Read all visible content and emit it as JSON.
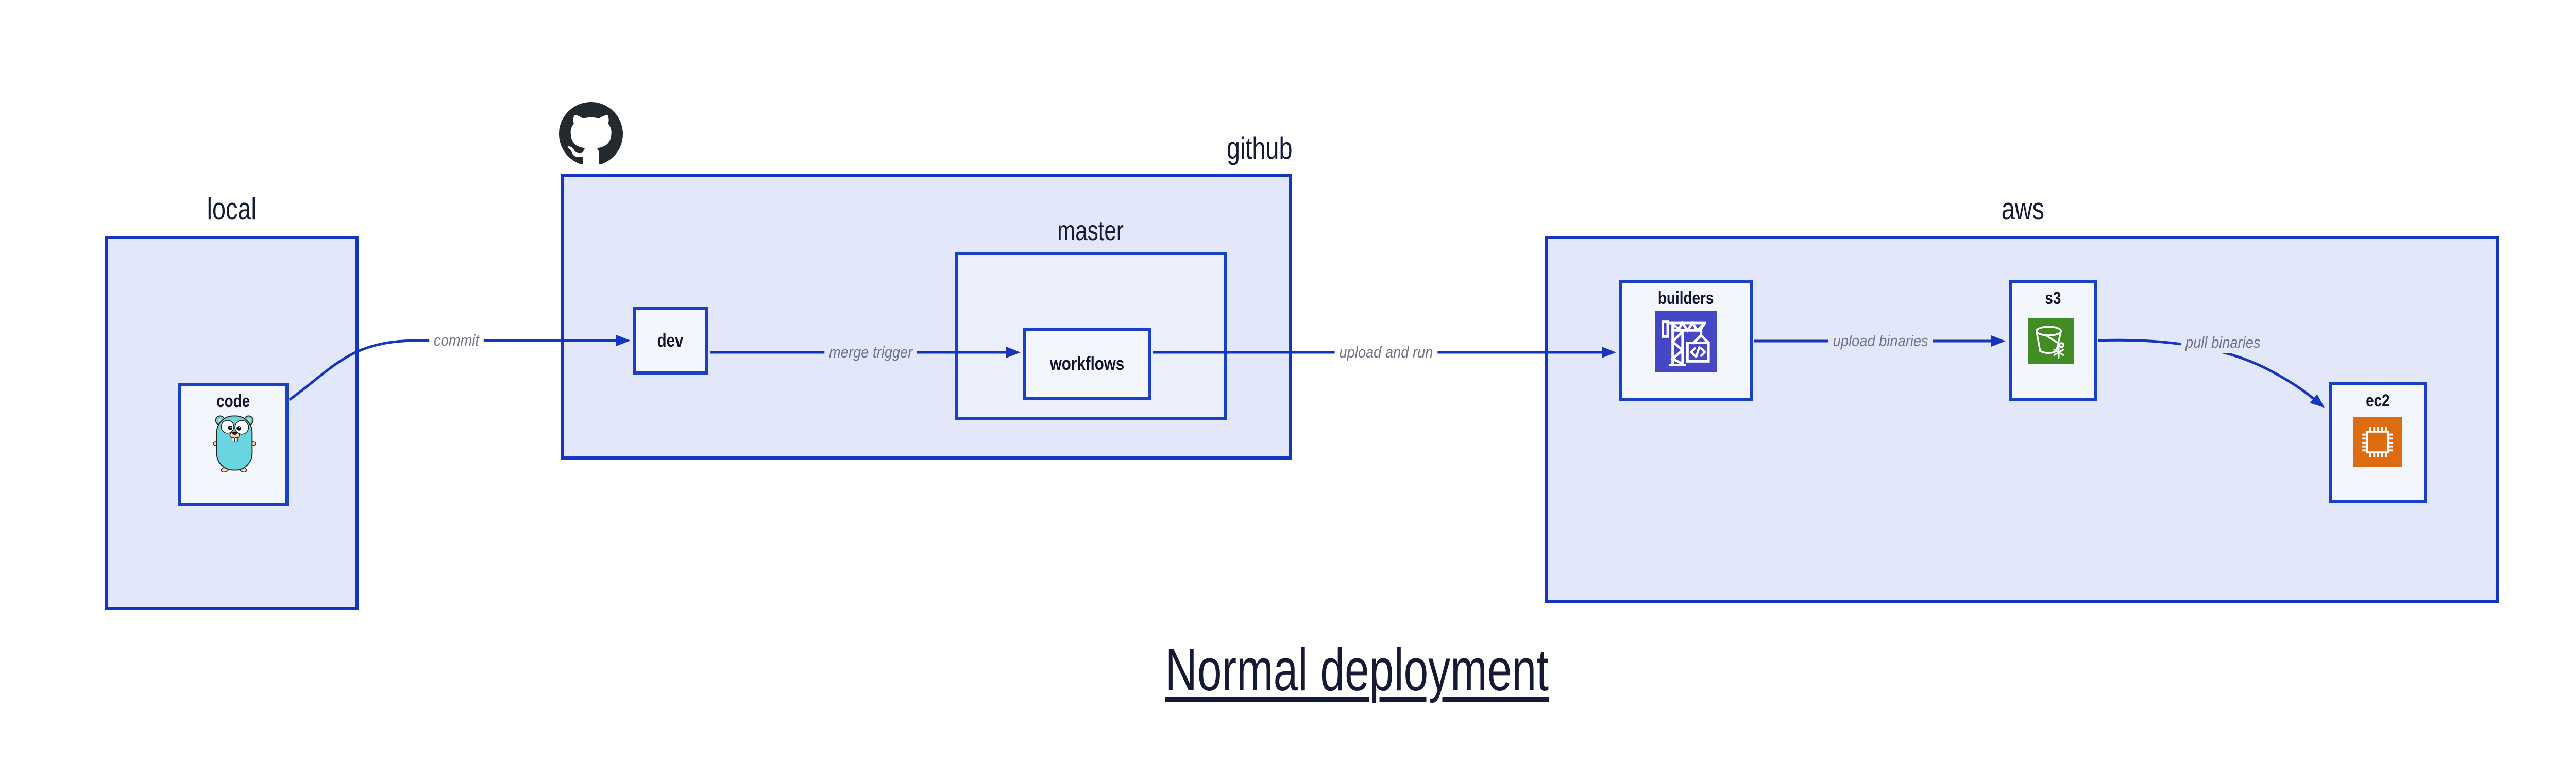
{
  "diagram": {
    "title": "Normal deployment",
    "containers": {
      "local": {
        "label": "local"
      },
      "github": {
        "label": "github"
      },
      "master": {
        "label": "master"
      },
      "aws": {
        "label": "aws"
      }
    },
    "nodes": {
      "code": {
        "label": "code",
        "icon": "go-gopher-icon"
      },
      "dev": {
        "label": "dev"
      },
      "workflows": {
        "label": "workflows"
      },
      "builders": {
        "label": "builders",
        "icon": "aws-codebuild-icon"
      },
      "s3": {
        "label": "s3",
        "icon": "aws-s3-glacier-bucket-icon"
      },
      "ec2": {
        "label": "ec2",
        "icon": "aws-ec2-chip-icon"
      }
    },
    "edges": [
      {
        "from": "code",
        "to": "dev",
        "label": "commit"
      },
      {
        "from": "dev",
        "to": "workflows",
        "label": "merge trigger"
      },
      {
        "from": "workflows",
        "to": "builders",
        "label": "upload and run"
      },
      {
        "from": "builders",
        "to": "s3",
        "label": "upload binaries"
      },
      {
        "from": "s3",
        "to": "ec2",
        "label": "pull binaries"
      }
    ],
    "colors": {
      "border_blue": "#1335bf",
      "container_fill": "#e2e8f9",
      "master_fill": "#ebeffb",
      "node_fill": "#f3f6fd",
      "edge_label_gray": "#6e7483",
      "text_navy": "#131b38",
      "codebuild_indigo": "#4547c6",
      "s3_green": "#3f8d23",
      "ec2_orange": "#dd6b10",
      "gopher_teal": "#68d5e0",
      "github_logo_black": "#24292e"
    }
  }
}
